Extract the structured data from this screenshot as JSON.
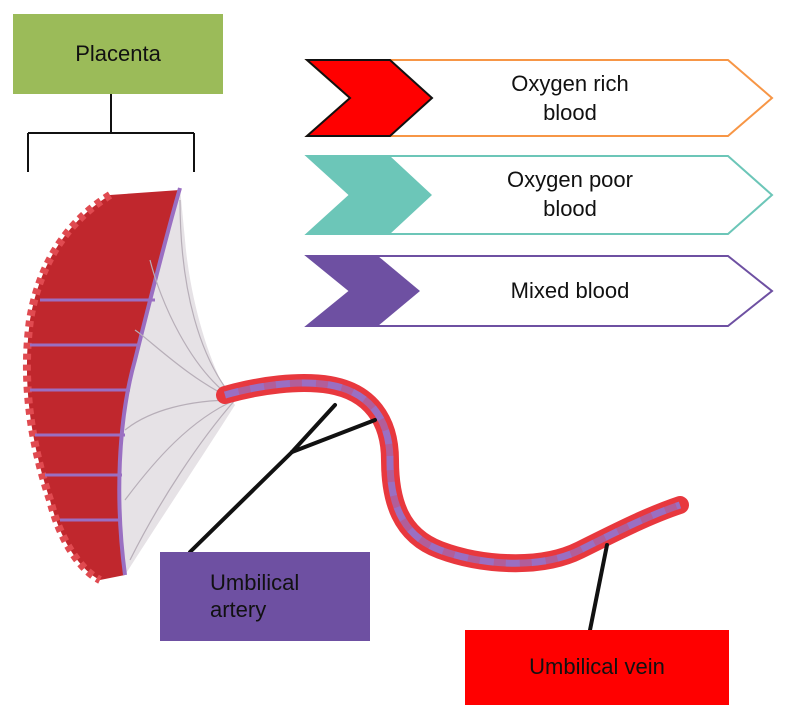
{
  "labels": {
    "placenta": "Placenta",
    "umbilical_artery": "Umbilical\nartery",
    "umbilical_vein": "Umbilical vein"
  },
  "legend": [
    {
      "label": "Oxygen rich\nblood",
      "fill": "#ff0000",
      "stroke": "#f79646"
    },
    {
      "label": "Oxygen poor\nblood",
      "fill": "#6cc6b8",
      "stroke": "#6cc6b8"
    },
    {
      "label": "Mixed blood",
      "fill": "#6e50a2",
      "stroke": "#6e50a2"
    }
  ],
  "colors": {
    "placenta_box": "#9bbb59",
    "artery_box": "#6e50a2",
    "vein_box": "#ff0000",
    "artery_strand": "#9a6fc2",
    "vein_strand": "#e8383e",
    "placenta_tissue": "#c0272d"
  }
}
